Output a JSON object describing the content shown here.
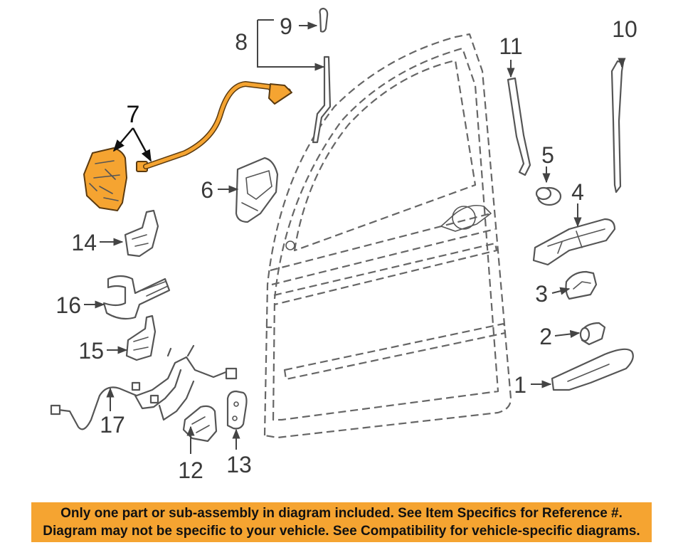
{
  "callouts": {
    "c1": "1",
    "c2": "2",
    "c3": "3",
    "c4": "4",
    "c5": "5",
    "c6": "6",
    "c7": "7",
    "c8": "8",
    "c9": "9",
    "c10": "10",
    "c11": "11",
    "c12": "12",
    "c13": "13",
    "c14": "14",
    "c15": "15",
    "c16": "16",
    "c17": "17"
  },
  "notice": {
    "line1": "Only one part or sub-assembly in diagram included. See Item Specifics for Reference #.",
    "line2": "Diagram may not be specific to your vehicle. See Compatibility for vehicle-specific diagrams."
  },
  "colors": {
    "highlight": "#f5a431",
    "line_art": "#555555",
    "background": "#ffffff"
  }
}
